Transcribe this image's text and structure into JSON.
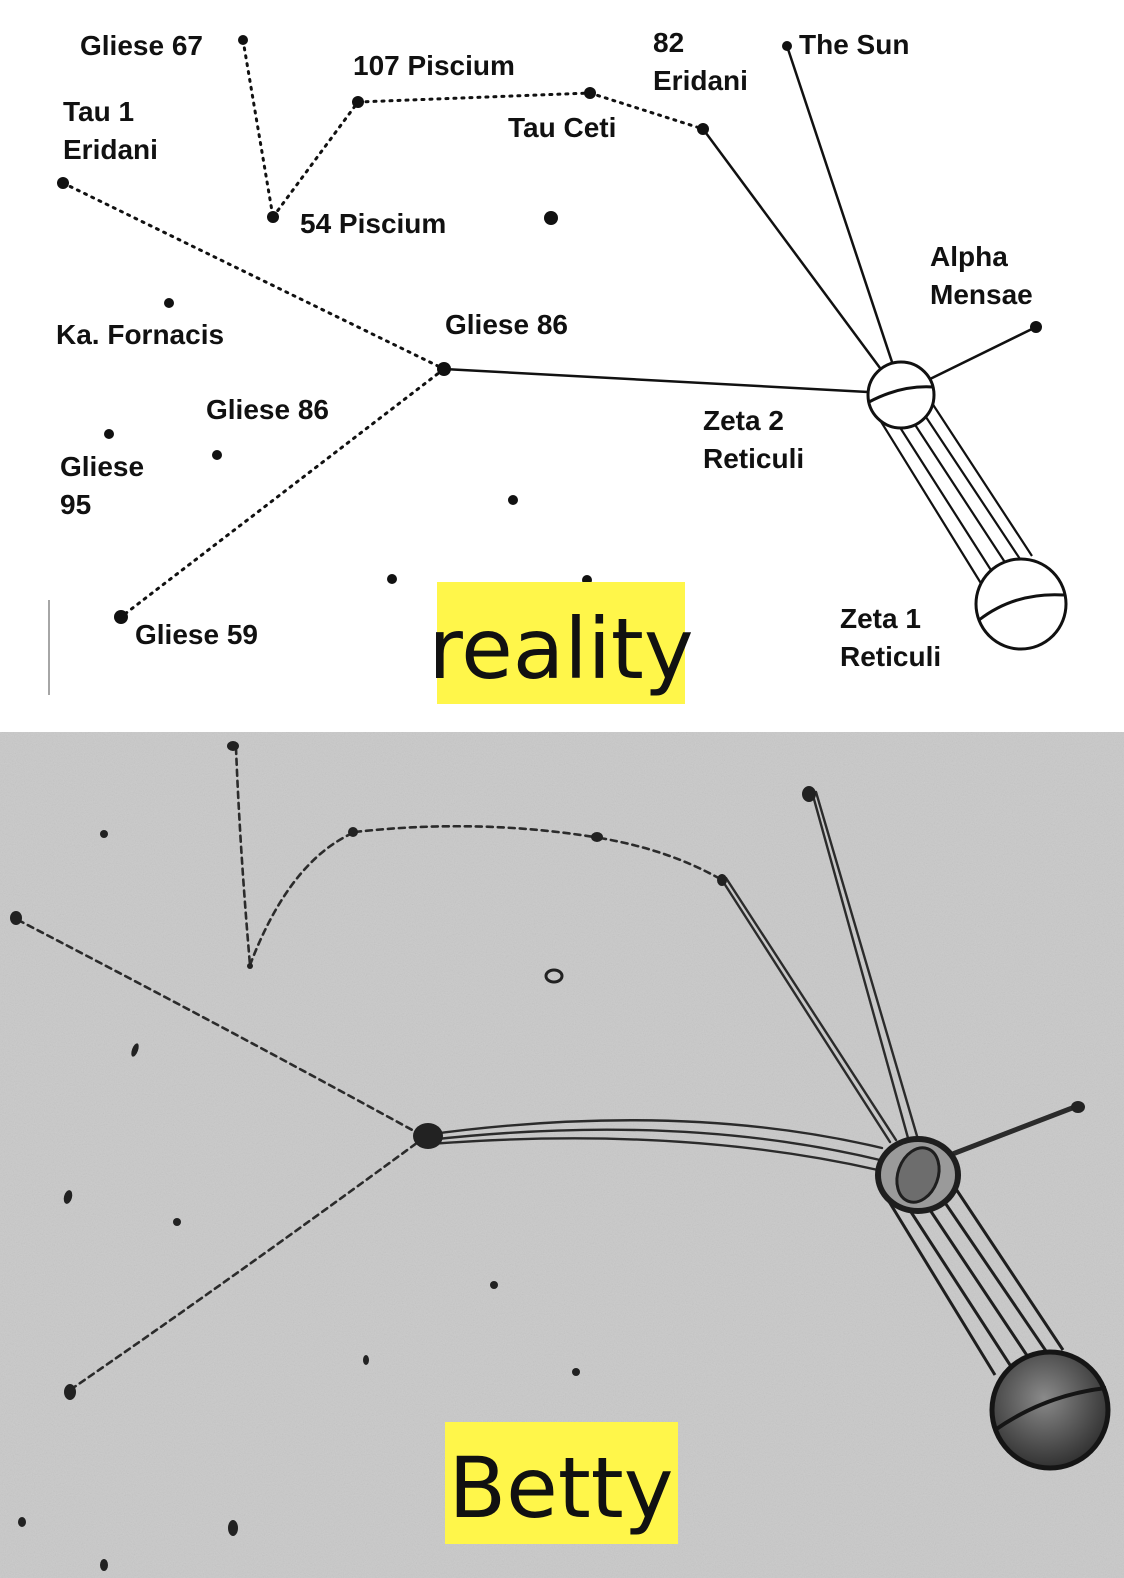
{
  "top_panel": {
    "caption": "reality",
    "caption_bg": "#fff64a",
    "stars": {
      "gliese_67": "Gliese 67",
      "piscium_107": "107 Piscium",
      "eridani_82_line1": "82",
      "eridani_82_line2": "Eridani",
      "the_sun": "The Sun",
      "tau1_eridani_line1": "Tau 1",
      "tau1_eridani_line2": "Eridani",
      "tau_ceti": "Tau Ceti",
      "piscium_54": "54 Piscium",
      "alpha_mensae_line1": "Alpha",
      "alpha_mensae_line2": "Mensae",
      "ka_fornacis": "Ka. Fornacis",
      "gliese_86_top": "Gliese 86",
      "gliese_86_left": "Gliese 86",
      "zeta2_line1": "Zeta 2",
      "zeta2_line2": "Reticuli",
      "gliese_95_line1": "Gliese",
      "gliese_95_line2": "95",
      "gliese_59": "Gliese 59",
      "zeta1_line1": "Zeta 1",
      "zeta1_line2": "Reticuli"
    }
  },
  "bottom_panel": {
    "caption": "Betty",
    "caption_bg": "#fff64a",
    "paper_color": "#c9c9c9"
  }
}
